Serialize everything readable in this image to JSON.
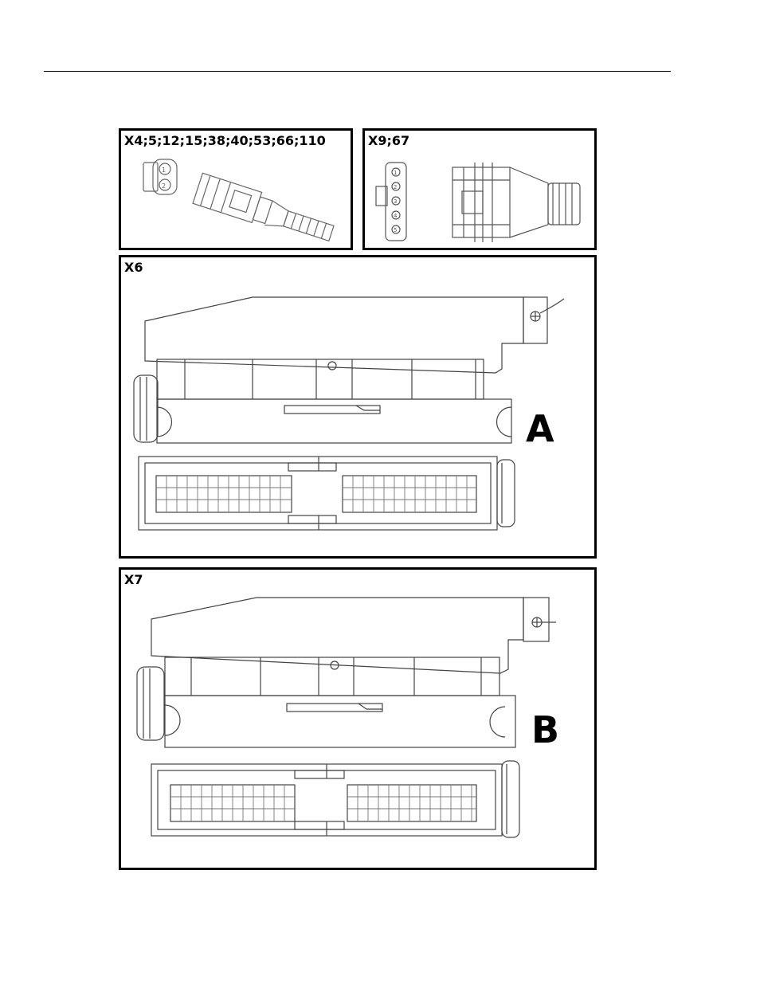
{
  "panels": {
    "p1": {
      "title": "X4;5;12;15;38;40;53;66;110",
      "pins": [
        "1",
        "2"
      ]
    },
    "p2": {
      "title": "X9;67",
      "pins": [
        "1",
        "2",
        "3",
        "4",
        "5"
      ]
    },
    "p3": {
      "title": "X6",
      "big_label": "A"
    },
    "p4": {
      "title": "X7",
      "big_label": "B"
    }
  }
}
